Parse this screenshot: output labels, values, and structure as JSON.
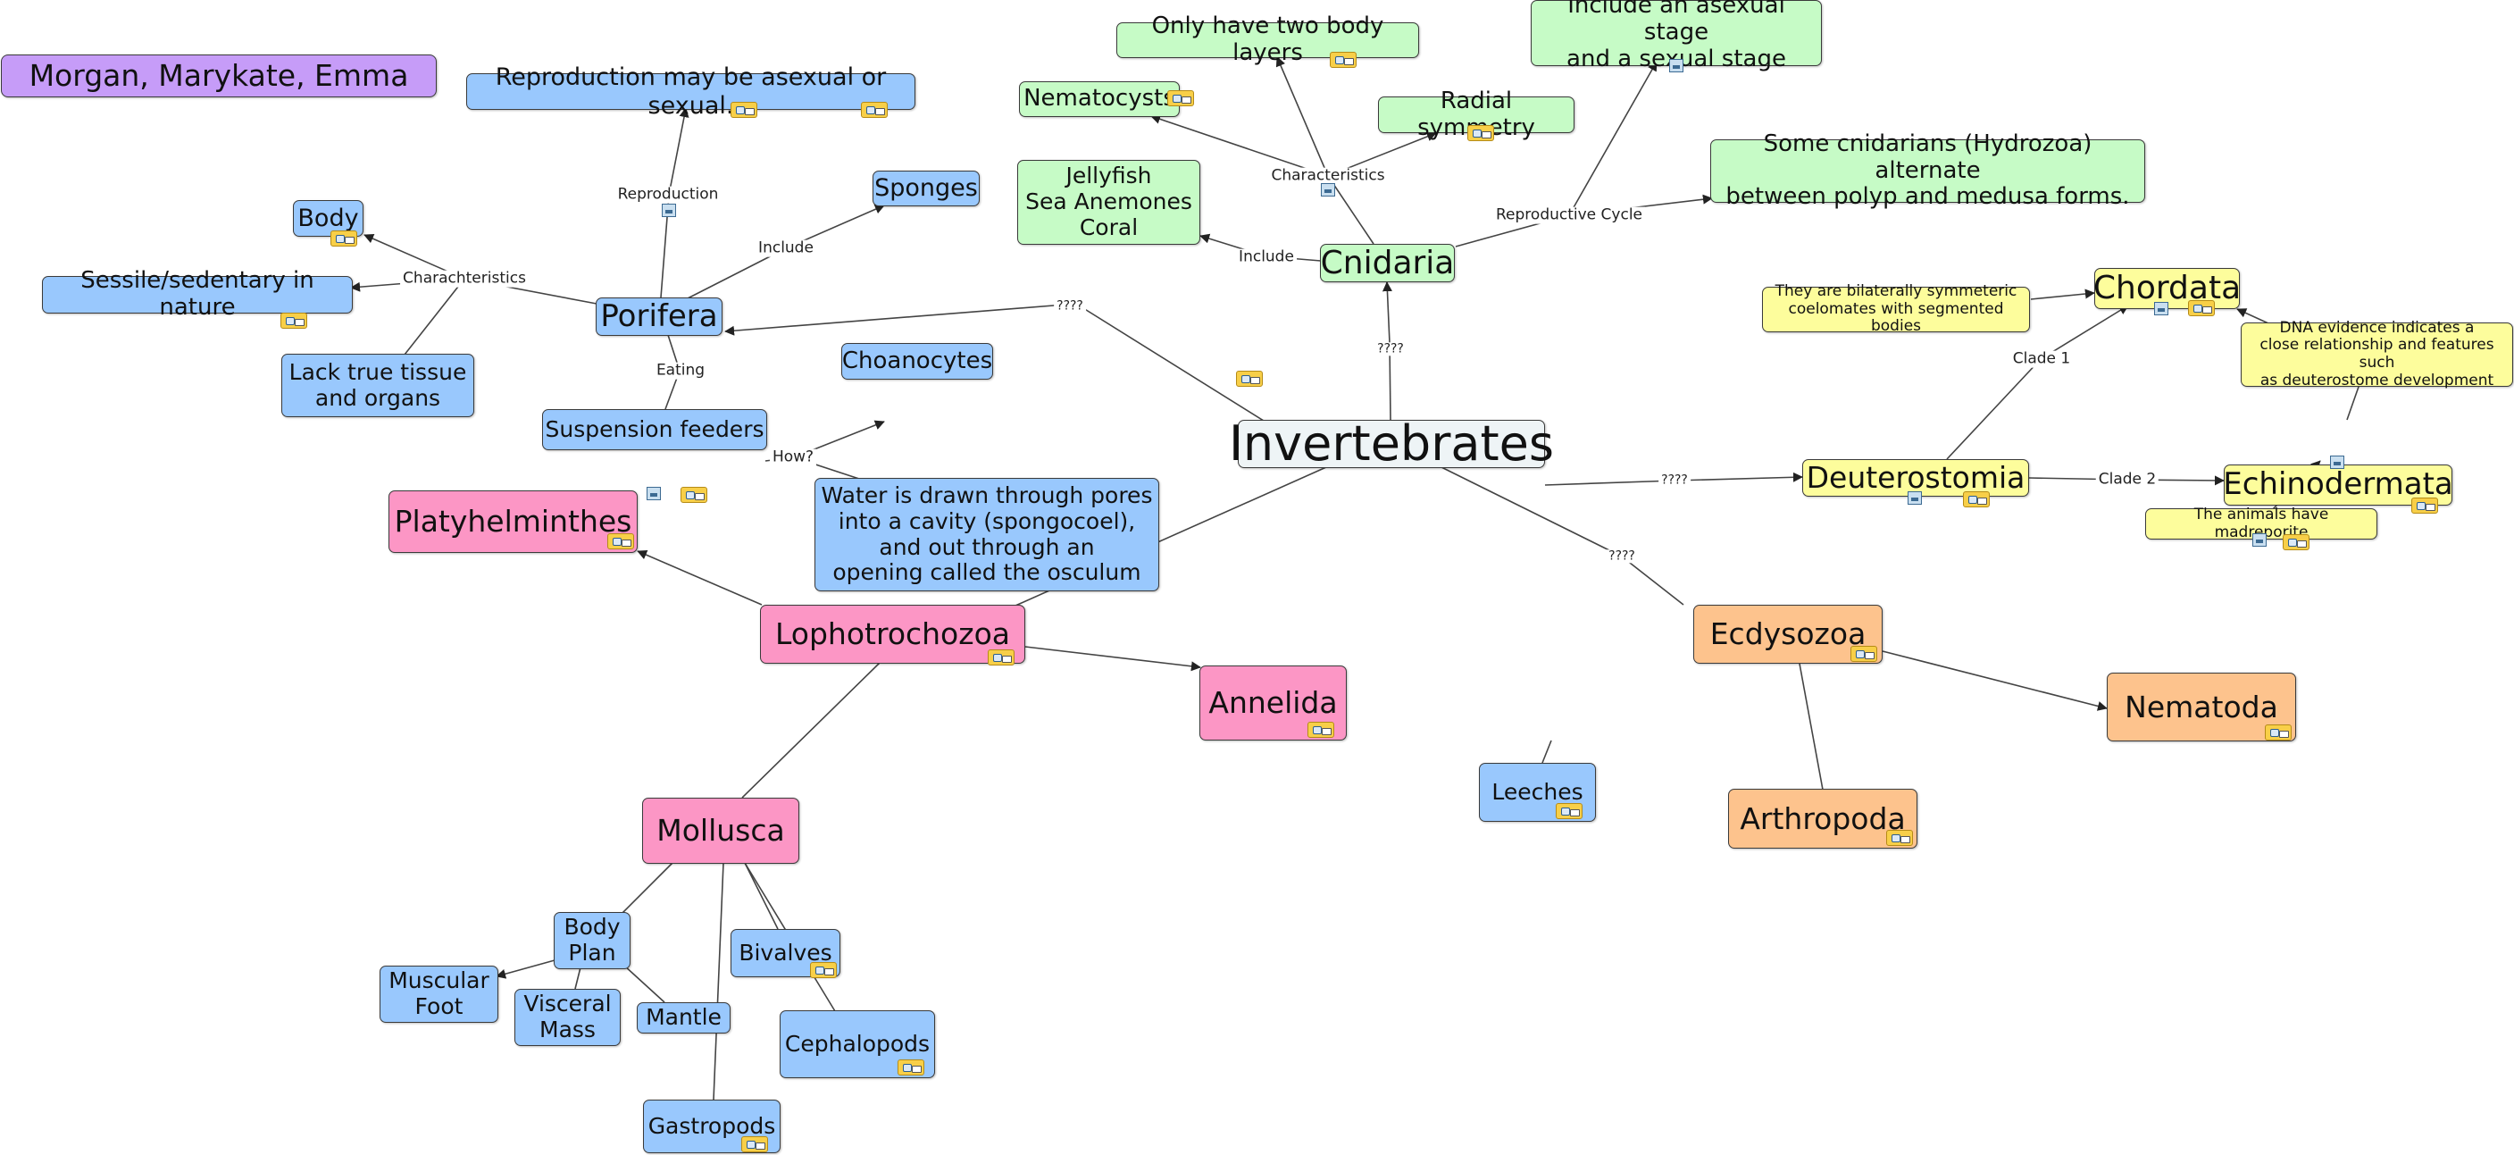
{
  "nodes": {
    "credits": "Morgan, Marykate, Emma",
    "invertebrates": "Invertebrates",
    "porifera": "Porifera",
    "reproduction_text": "Reproduction may be asexual or sexual.",
    "sponges": "Sponges",
    "body": "Body",
    "sessile": "Sessile/sedentary in nature",
    "lack_tissue": "Lack true tissue\nand organs",
    "suspension_feeders": "Suspension feeders",
    "choanocytes": "Choanocytes",
    "water_drawn": "Water is drawn through pores\ninto a cavity (spongocoel),\nand out through an\nopening called the osculum",
    "cnidaria": "Cnidaria",
    "nematocysts": "Nematocysts",
    "two_layers": "Only have two body layers",
    "radial_symmetry": "Radial symmetry",
    "asexual_sexual_stage": "Include an asexual stage\nand a sexual stage",
    "jellyfish": "Jellyfish\nSea Anemones\nCoral",
    "hydrozoa": "Some cnidarians (Hydrozoa) alternate\nbetween polyp and medusa forms.",
    "deuterostomia": "Deuterostomia",
    "chordata": "Chordata",
    "echinodermata": "Echinodermata",
    "bilateral": "They are bilaterally symmeteric\ncoelomates with segmented bodies",
    "dna_evidence": "DNA evidence indicates a\nclose relationship and features such\nas deuterostome development",
    "madreporite": "The animals have madreporite",
    "platyhelminthes": "Platyhelminthes",
    "lophotrochozoa": "Lophotrochozoa",
    "annelida": "Annelida",
    "leeches": "Leeches",
    "mollusca": "Mollusca",
    "body_plan": "Body\nPlan",
    "muscular_foot": "Muscular\nFoot",
    "visceral_mass": "Visceral\nMass",
    "mantle": "Mantle",
    "bivalves": "Bivalves",
    "cephalopods": "Cephalopods",
    "gastropods": "Gastropods",
    "ecdysozoa": "Ecdysozoa",
    "nematoda": "Nematoda",
    "arthropoda": "Arthropoda"
  },
  "edge_labels": {
    "reproduction": "Reproduction",
    "include": "Include",
    "characteristics": "Charachteristics",
    "eating": "Eating",
    "how": "How?",
    "porifera_q": "????",
    "cnidaria_characteristics": "Characteristics",
    "cnidaria_include": "Include",
    "reproductive_cycle": "Reproductive Cycle",
    "cnidaria_q": "????",
    "deuterostomia_q": "????",
    "clade1": "Clade 1",
    "clade2": "Clade 2",
    "ecdysozoa_q": "????"
  },
  "colors": {
    "porifera": "#99c8fd",
    "cnidaria": "#c6fbc6",
    "lophotrochozoa": "#fc96c5",
    "ecdysozoa": "#fdc38d",
    "deuterostomia": "#fdfd9c",
    "credits": "#c69cf8",
    "root": "#eef4f6",
    "line": "#444444"
  },
  "icons": {
    "resource": "resource-folder-icon",
    "image": "image-icon"
  }
}
